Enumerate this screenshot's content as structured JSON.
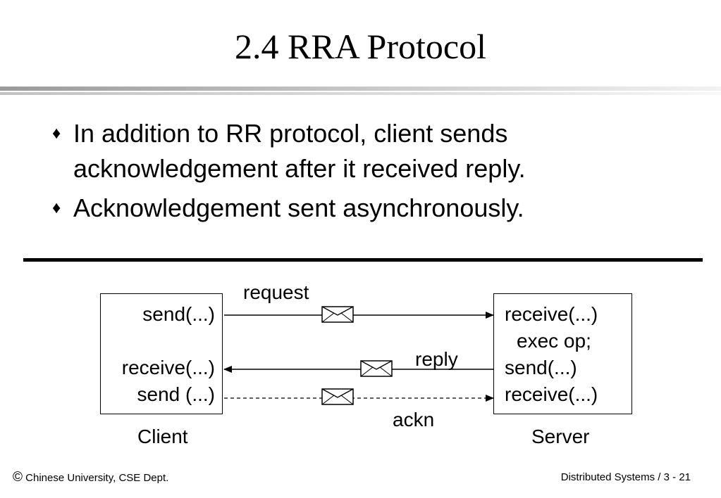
{
  "title": "2.4 RRA Protocol",
  "bullets": [
    {
      "marker": "♦",
      "lines": [
        "In addition to RR protocol, client sends",
        "acknowledgement after it received reply."
      ]
    },
    {
      "marker": "♦",
      "lines": [
        "Acknowledgement sent asynchronously."
      ]
    }
  ],
  "diagram": {
    "client": {
      "label": "Client",
      "ops": [
        "send(...)",
        "receive(...)",
        "send (...)"
      ]
    },
    "server": {
      "label": "Server",
      "ops": [
        "receive(...)",
        "exec op;",
        "send(...)",
        "receive(...)"
      ]
    },
    "messages": {
      "request": "request",
      "reply": "reply",
      "ack": "ackn"
    }
  },
  "footer": {
    "copyright_symbol": "©",
    "left": "Chinese University, CSE Dept.",
    "right": "Distributed Systems / 3 - 21"
  }
}
